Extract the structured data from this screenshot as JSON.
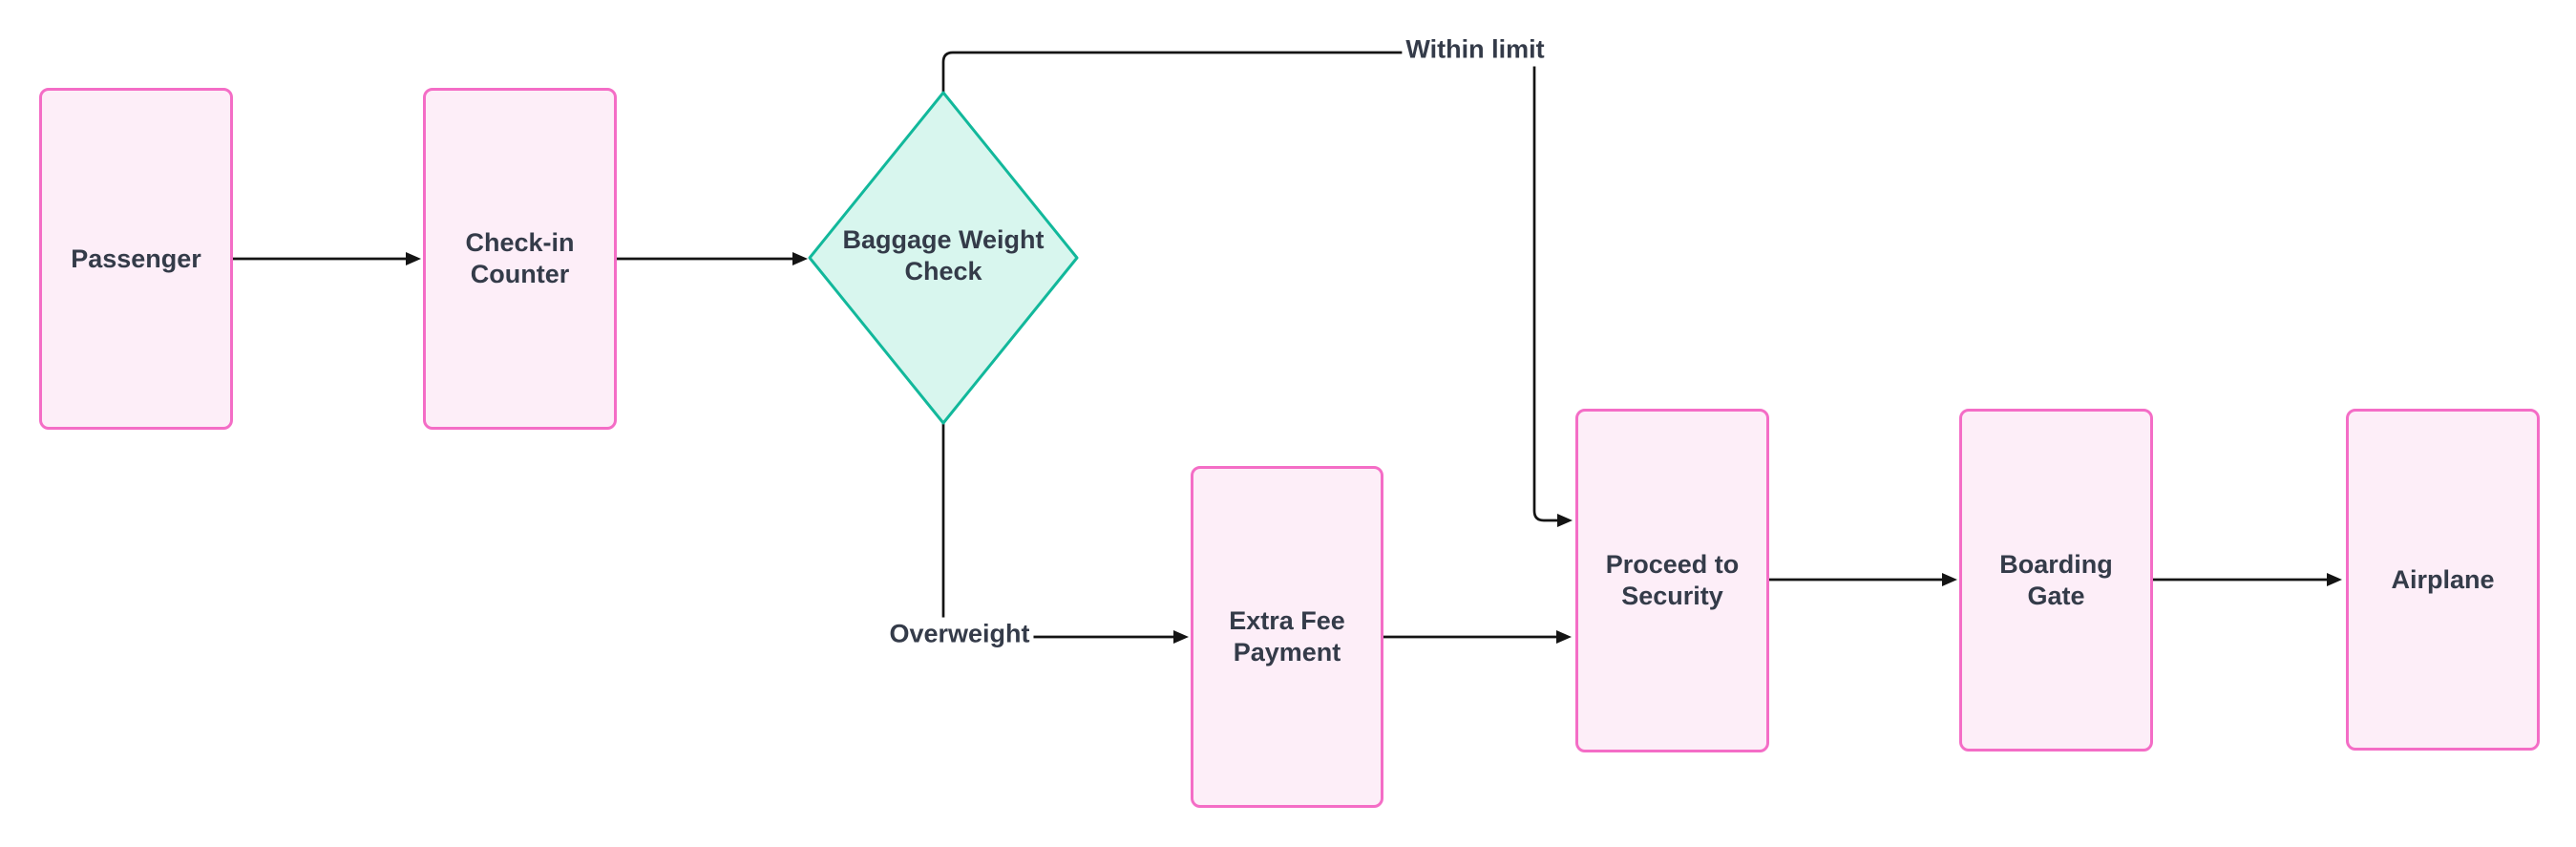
{
  "diagram": {
    "type": "flowchart",
    "background": "#ffffff",
    "nodes": {
      "passenger": {
        "label": "Passenger",
        "shape": "rectangle"
      },
      "checkin": {
        "label": "Check-in\nCounter",
        "shape": "rectangle"
      },
      "baggage_check": {
        "label": "Baggage Weight\nCheck",
        "shape": "diamond"
      },
      "extra_fee": {
        "label": "Extra Fee\nPayment",
        "shape": "rectangle"
      },
      "security": {
        "label": "Proceed to\nSecurity",
        "shape": "rectangle"
      },
      "boarding": {
        "label": "Boarding\nGate",
        "shape": "rectangle"
      },
      "airplane": {
        "label": "Airplane",
        "shape": "rectangle"
      }
    },
    "edges": [
      {
        "from": "passenger",
        "to": "checkin",
        "label": ""
      },
      {
        "from": "checkin",
        "to": "baggage_check",
        "label": ""
      },
      {
        "from": "baggage_check",
        "to": "security",
        "label": "Within limit"
      },
      {
        "from": "baggage_check",
        "to": "extra_fee",
        "label": "Overweight"
      },
      {
        "from": "extra_fee",
        "to": "security",
        "label": ""
      },
      {
        "from": "security",
        "to": "boarding",
        "label": ""
      },
      {
        "from": "boarding",
        "to": "airplane",
        "label": ""
      }
    ],
    "edge_labels": {
      "within_limit": "Within limit",
      "overweight": "Overweight"
    },
    "colors": {
      "node_fill": "#fdeef8",
      "node_border": "#f46dc6",
      "decision_fill": "#d8f6ee",
      "decision_border": "#12b89b",
      "text": "#343b49",
      "edge": "#141414"
    }
  }
}
